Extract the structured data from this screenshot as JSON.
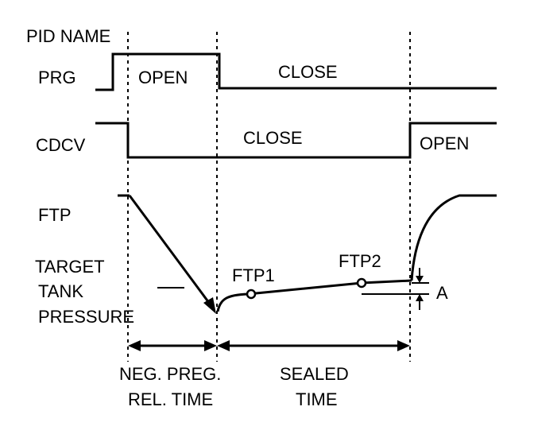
{
  "header": {
    "pid_name": "PID NAME"
  },
  "signals": {
    "prg": {
      "label": "PRG",
      "open_state": "OPEN",
      "close_state": "CLOSE"
    },
    "cdcv": {
      "label": "CDCV",
      "close_state": "CLOSE",
      "open_state": "OPEN"
    },
    "ftp": {
      "label": "FTP",
      "point1": "FTP1",
      "point2": "FTP2",
      "delta": "A"
    }
  },
  "target": {
    "line1": "TARGET",
    "line2": "TANK",
    "line3": "PRESSURE"
  },
  "intervals": {
    "neg_line1": "NEG. PREG.",
    "neg_line2": "REL. TIME",
    "sealed_line1": "SEALED",
    "sealed_line2": "TIME"
  },
  "colors": {
    "ink": "#000000",
    "background": "#ffffff"
  }
}
